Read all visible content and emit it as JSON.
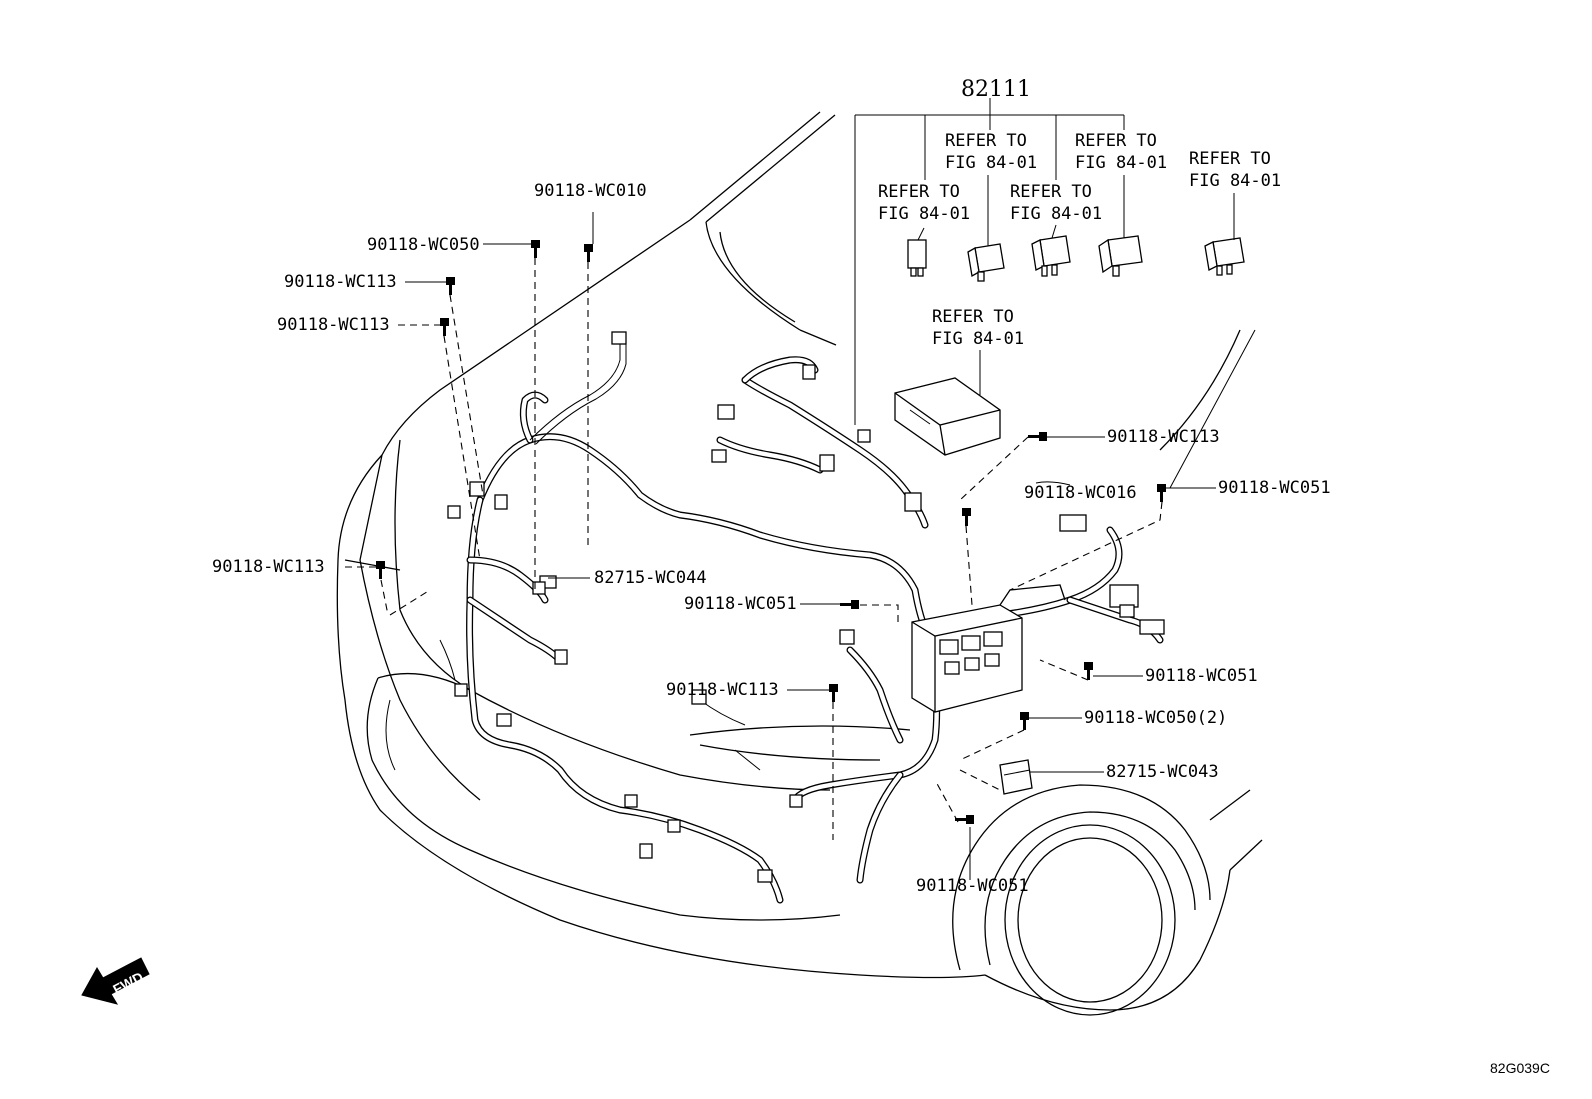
{
  "main_part": "82111",
  "relays": [
    {
      "line1": "REFER TO",
      "line2": "FIG 84-01"
    },
    {
      "line1": "REFER TO",
      "line2": "FIG 84-01"
    },
    {
      "line1": "REFER TO",
      "line2": "FIG 84-01"
    },
    {
      "line1": "REFER TO",
      "line2": "FIG 84-01"
    },
    {
      "line1": "REFER TO",
      "line2": "FIG 84-01"
    }
  ],
  "cover_ref": {
    "line1": "REFER TO",
    "line2": "FIG 84-01"
  },
  "callouts": {
    "wc010": "90118-WC010",
    "wc050_top": "90118-WC050",
    "wc113_a": "90118-WC113",
    "wc113_b": "90118-WC113",
    "wc113_left": "90118-WC113",
    "wc044": "82715-WC044",
    "wc051_mid": "90118-WC051",
    "wc113_mid": "90118-WC113",
    "wc113_right": "90118-WC113",
    "wc016": "90118-WC016",
    "wc051_right": "90118-WC051",
    "wc051_box": "90118-WC051",
    "wc050_2": "90118-WC050(2)",
    "wc043": "82715-WC043",
    "wc051_bottom": "90118-WC051"
  },
  "fwd_label": "FWD",
  "figure_code": "82G039C",
  "icons": [
    "fwd-arrow-icon",
    "bolt-icon",
    "relay-icon",
    "fuse-icon",
    "clamp-icon"
  ]
}
